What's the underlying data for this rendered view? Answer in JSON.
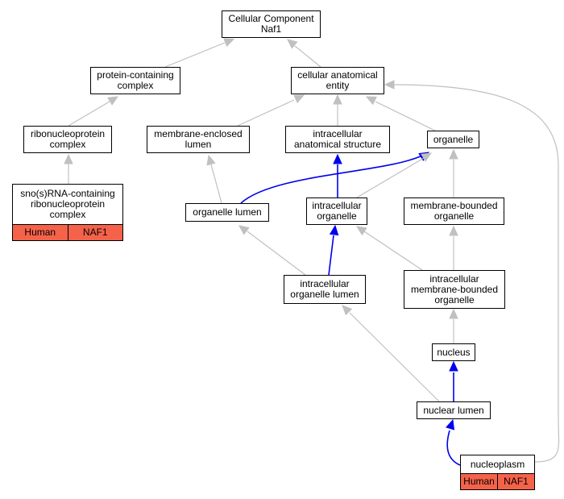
{
  "colors": {
    "edge_gray": "#c0c0c0",
    "edge_blue": "#0000ee",
    "annotation_fill": "#f5624a",
    "node_border": "#000000"
  },
  "nodes": {
    "root": [
      "Cellular Component",
      "Naf1"
    ],
    "protein_complex": [
      "protein-containing",
      "complex"
    ],
    "cellular_entity": [
      "cellular anatomical",
      "entity"
    ],
    "ribonucleoprotein": [
      "ribonucleoprotein",
      "complex"
    ],
    "membrane_enclosed": [
      "membrane-enclosed",
      "lumen"
    ],
    "intracellular_structure": [
      "intracellular",
      "anatomical structure"
    ],
    "organelle": [
      "organelle"
    ],
    "snorna_complex": [
      "sno(s)RNA-containing",
      "ribonucleoprotein",
      "complex"
    ],
    "organelle_lumen": [
      "organelle lumen"
    ],
    "intracellular_organelle": [
      "intracellular",
      "organelle"
    ],
    "membrane_bounded": [
      "membrane-bounded",
      "organelle"
    ],
    "intracellular_organelle_lumen": [
      "intracellular",
      "organelle lumen"
    ],
    "intracellular_membrane_bounded": [
      "intracellular",
      "membrane-bounded",
      "organelle"
    ],
    "nucleus": [
      "nucleus"
    ],
    "nuclear_lumen": [
      "nuclear lumen"
    ],
    "nucleoplasm": [
      "nucleoplasm"
    ]
  },
  "annotations": {
    "snorna_complex": [
      "Human",
      "NAF1"
    ],
    "nucleoplasm": [
      "Human",
      "NAF1"
    ]
  }
}
